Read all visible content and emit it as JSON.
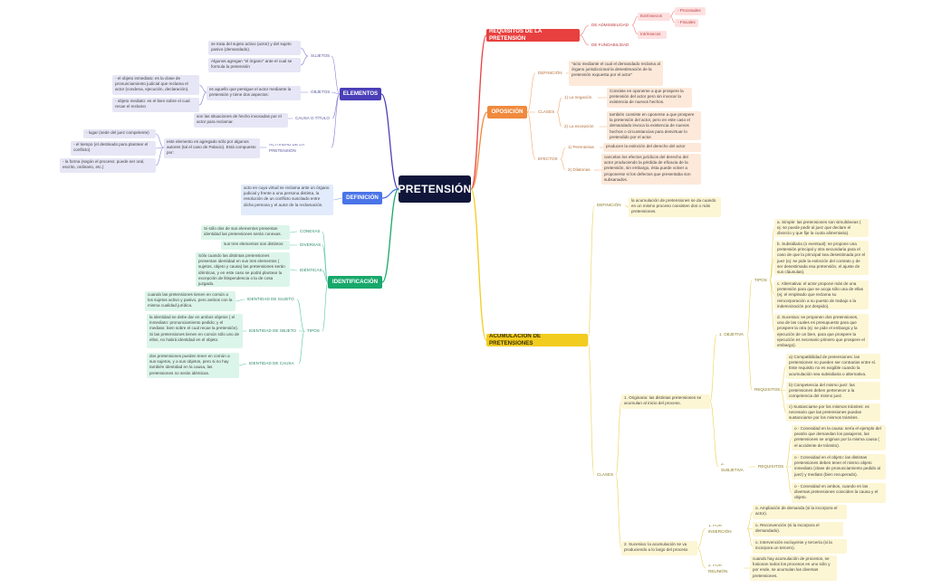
{
  "center": "PRETENSIÓN",
  "colors": {
    "center": "#10163a",
    "requisitos": "#e8403f",
    "oposicion": "#f08a3e",
    "acumulacion": "#f2cc1f",
    "elementos": "#4a3fb8",
    "definicion": "#4a74e8",
    "identificacion": "#17a86b"
  },
  "requisitos": {
    "title": "REQUISITOS DE LA PRETENSIÓN",
    "admisibilidad": "DE ADMISIBILIDAD",
    "fundabilidad": "DE FUNDABILIDAD",
    "extrinsecos": "Extrínsecos",
    "intrinsecos": "Intrínsecos",
    "procesales": "- Procesales",
    "fiscales": "- Fiscales"
  },
  "oposicion": {
    "title": "OPOSICIÓN",
    "definicion": "DEFINICIÓN",
    "definicion_text": "\"acto mediante el cual el demandado reclama al órgano jurisdiccional la desestimación de la pretensión expuesta por el actor\"",
    "clases": "CLASES",
    "negacion": "1) La negación",
    "negacion_text": "Consiste en oponerse a que prospere la pretensión del actor pero sin invocar la existencia de nuevos hechos.",
    "excepcion": "2) La excepción",
    "excepcion_text": "también consiste en oponerse a que prospere la pretensión del actor, pero en este caso el demandado invoca la existencia de nuevos hechos o circunstancias para desvirtuar lo pretendido por el actor.",
    "efectos": "EFECTOS",
    "perentorias": "1) Perentorias",
    "perentorias_text": "producen la extinción del derecho del actor",
    "dilatorias": "2) Dilatorias",
    "dilatorias_text": "cancelan los efectos jurídicos del derecho del actor produciendo la pérdida de eficacia de la pretensión, sin embargo, ésta puede volver a proponerse si los defectos que presentaba son subsanados."
  },
  "elementos": {
    "title": "ELEMENTOS",
    "sujetos": "SUJETOS",
    "sujetos_1": "se trata del sujeto activo (actor) y del sujeto pasivo (demandado).",
    "sujetos_2": "Algunos agregan \"el órgano\" ante el cual se formula la pretensión",
    "objetos": "OBJETOS",
    "objetos_text": "es aquello que persigue el actor mediante la pretensión y tiene dos aspectos:",
    "objetos_a": "- el objeto inmediato: es la clase de pronunciamiento judicial que reclama el actor (condena, ejecución, declaración).",
    "objetos_b": "- objeto mediato: es el bien sobre el cual recae el reclamo",
    "causa": "CAUSA O TÍTULO",
    "causa_text": "son las situaciones de hecho invocadas por el actor para reclamar.",
    "actividad": "ACTIVIDAD DE LA PRETENSIÓN",
    "actividad_text": "este elemento es agregado sólo por algunos autores (tal el caso de Palacio). Está compuesto por:",
    "act_1": "- lugar (sede del juez competente)",
    "act_2": "- el tiempo (el destinado para plantear el conflicto)",
    "act_3": "- la forma (según el proceso: puede ser oral, escrito, ordinario, etc.)"
  },
  "definicion": {
    "title": "DEFINICIÓN",
    "text": "acto en cuya virtud se reclama ante un órgano judicial y frente a una persona distinta, la resolución de un conflicto suscitado entre dicha persona y el autor de la reclamación."
  },
  "identificacion": {
    "title": "IDENTIFICACIÓN",
    "conexas": "CONEXAS",
    "conexas_text": "Si sólo dos de sus elementos presentan identidad las pretensiones serán conexas.",
    "diversas": "DIVERSAS",
    "diversas_text": "sus tres elementos son distintos",
    "identicas": "IDÉNTICAS",
    "identicas_text": "Sólo cuando las distintas pretensiones presentan identidad en sus tres elementos ( sujetos, objeto y causa) las pretensiones serán idénticas, y en este caso se podrá plantear la excepción de litispendencia o la de cosa juzgada.",
    "tipos": "TIPOS",
    "sujeto": "IDENTIDAD DE SUJETO",
    "sujeto_text": "cuando las pretensiones tienen en común a los sujetos activo y pasivo, pero ambos con la misma cualidad jurídica.",
    "objeto": "IDENTIDAD DE OBJETO",
    "objeto_text": "la identidad se debe dar en ambos objetos ( el inmediato: pronunciamiento pedido; y el mediato: bien sobre el cual recae la pretensión). Si las pretensiones tienen en común sólo uno de ellos, no habrá identidad en el objeto.",
    "causa": "IDENTIDAD DE CAUSA",
    "causa_text": "dos pretensiones pueden tener en común a sus sujetos, y a sus objetos, pero si no hay también identidad en la causa, las pretensiones no serán idénticas."
  },
  "acumulacion": {
    "title": "ACUMULACIÓN DE PRETENSIONES",
    "definicion": "DEFINICIÓN",
    "definicion_text": "la acumulación de pretensiones se da cuando en un mismo proceso coexisten dos o más pretensiones.",
    "clases": "CLASES",
    "originaria": "1. Originaria: las distintas pretensiones se acumulan al inicio del proceso.",
    "objetiva": "1. OBJETIVA",
    "tipos": "TIPOS",
    "tipo_a": "a. Simple: las pretensiones son simultáneas ( ej: se puede pedir al juez que declare el divorcio y que fije la cuota alimentaria).",
    "tipo_b": "b. Subsidiaria (o eventual): se propone una pretensión principal y otra secundaria para el caso de que la principal sea desestimada por el juez (ej: se pide la extinción del contrato y de ser desestimada esa pretensión, el ajuste de sus cláusulas).",
    "tipo_c": "c. Alternativa: el actor propone más de una pretensión para que se acoja sólo una de ellas (ej: el empleado que reclama su reincorporación a su puesto de trabajo o la indemnización por despido).",
    "tipo_d": "d. Sucesiva: se proponen dos pretensiones, una de las cuales es presupuesto para que prospere la otra (ej: se pide el embargo y la ejecución de un bien, para que prospere la ejecución es necesario primero que prospere el embargo).",
    "requisitos": "REQUISITOS",
    "req_a": "a) Compatibilidad de pretensiones: las pretensiones no pueden ser contrarias entre sí. Este requisito no es exigible cuando la acumulación sea subsidiaria o alternativa.",
    "req_b": "b) Competencia del mismo juez: las pretensiones deben pertenecer a la competencia del mismo juez.",
    "req_c": "c) Sustanciarse por los mismos trámites: es necesario que las pretensiones puedan sustanciarse por los mismos trámites.",
    "subjetiva": "2. SUBJETIVA",
    "sub_requisitos": "REQUISITOS",
    "sub_1": "o - Conexidad en la causa: sería el ejemplo del peatón que demandan los pasajeros, las pretensiones se originan por la misma causa ( el accidente de tránsito).",
    "sub_2": "o - Conexidad en el objeto: las distintas pretensiones deben tener el mismo objeto inmediato (clase de pronunciamiento pedido al juez) y mediato (bien recuperado).",
    "sub_3": "o - Conexidad en ambos, cuando en las diversas pretensiones coinciden la causa y el objeto.",
    "sucesiva": "2. Sucesiva: la acumulación se va produciendo a lo largo del proceso",
    "insercion": "1. POR INSERCIÓN",
    "ins_1": "o. Ampliación de demanda (si la incorpora el actor).",
    "ins_2": "o. Reconvención (si la incorpora el demandado).",
    "ins_3": "o. Intervención excluyente y tercería (si la incorpora un tercero).",
    "reunion": "2. POR REUNIÓN",
    "reunion_text": "cuando hay acumulación de procesos, se fusionan todos los procesos en uno sólo y por ende, se acumulan las diversas pretensiones."
  }
}
